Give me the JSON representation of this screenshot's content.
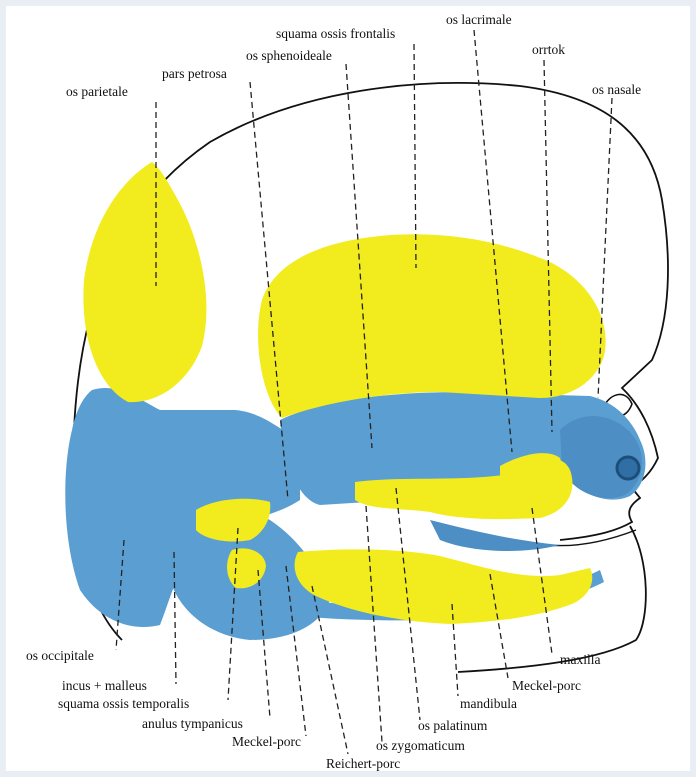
{
  "figure": {
    "colors": {
      "background": "#ffffff",
      "frame": "#e9eef5",
      "membrane_bone": "#f2ec1e",
      "cartilage": "#5b9fd2",
      "outline": "#111111"
    },
    "labels": {
      "squama_ossis_frontalis": "squama ossis frontalis",
      "os_lacrimale": "os lacrimale",
      "os_sphenoideale": "os sphenoideale",
      "pars_petrosa": "pars petrosa",
      "orrtok": "orrtok",
      "os_parietale": "os parietale",
      "os_nasale": "os nasale",
      "os_occipitale": "os occipitale",
      "maxilla": "maxilla",
      "incus_malleus": "incus + malleus",
      "meckel_porc_right": "Meckel-porc",
      "mandibula": "mandibula",
      "squama_ossis_temporalis": "squama ossis temporalis",
      "anulus_tympanicus": "anulus tympanicus",
      "os_palatinum": "os palatinum",
      "meckel_porc_bottom": "Meckel-porc",
      "os_zygomaticum": "os zygomaticum",
      "reichert_porc": "Reichert-porc"
    }
  }
}
